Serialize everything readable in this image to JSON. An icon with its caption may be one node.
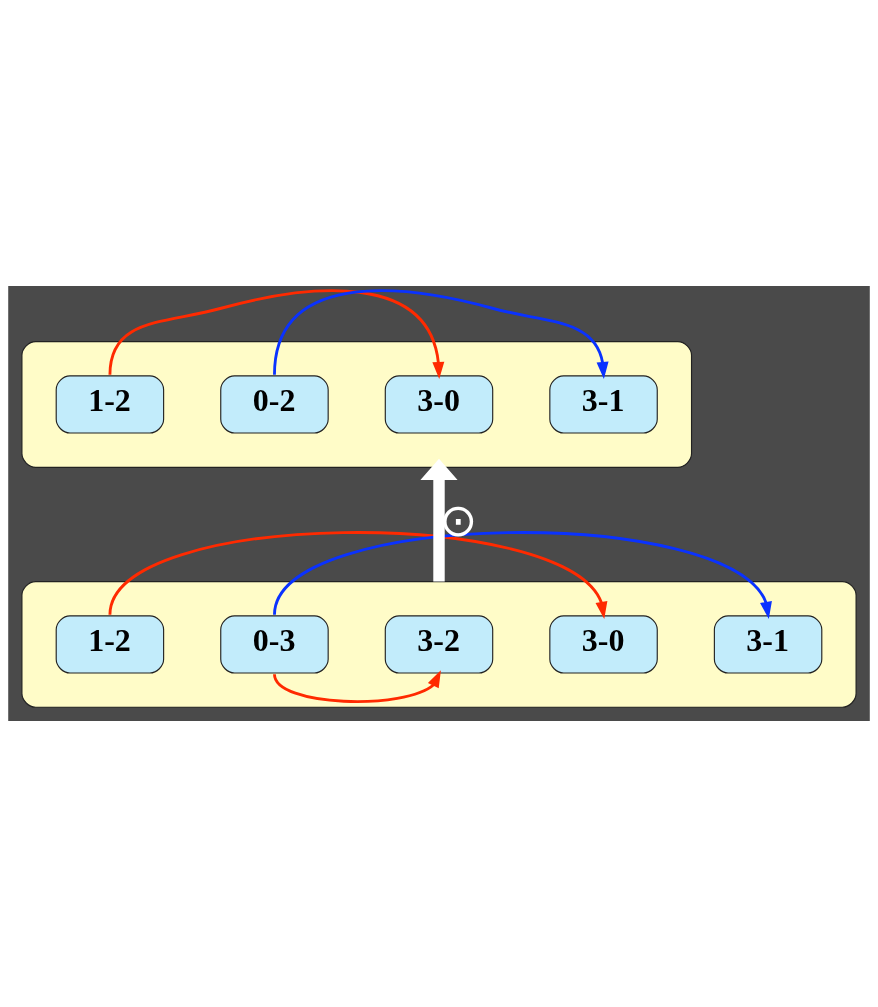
{
  "diagram": {
    "nodes": [
      {
        "text": [],
        "shape": "box"
      },
      {
        "text": [
          "1-2"
        ],
        "in": 0
      },
      {
        "text": [
          "0-2"
        ],
        "in": 0
      },
      {
        "text": [
          "3-0"
        ],
        "in": 0
      },
      {
        "text": [
          "3-1"
        ],
        "in": 0
      },
      {
        "text": [],
        "shape": "box"
      },
      {
        "text": [
          "1-2"
        ],
        "in": 5
      },
      {
        "text": [
          "0-3"
        ],
        "in": 5
      },
      {
        "text": [
          "3-2"
        ],
        "in": 5
      },
      {
        "text": [
          "3-0"
        ],
        "in": 5
      },
      {
        "text": [
          "3-1"
        ],
        "in": 5
      }
    ],
    "edges": [
      {
        "from": 1,
        "to": 3,
        "arrow": "to",
        "color": "#ff2a00"
      },
      {
        "from": 2,
        "to": 4,
        "arrow": "to",
        "color": "#0a32ff"
      },
      {
        "from": 6,
        "to": 9,
        "arrow": "to",
        "color": "#ff2a00"
      },
      {
        "from": 7,
        "to": 10,
        "arrow": "to",
        "color": "#0a32ff"
      },
      {
        "from": 7,
        "to": 8,
        "arrow": "to",
        "color": "#ff2a00"
      },
      {
        "from": 5,
        "to": 0,
        "arrow": "to",
        "label": "⊙",
        "style": "thick",
        "color": "#ffffff"
      }
    ]
  }
}
